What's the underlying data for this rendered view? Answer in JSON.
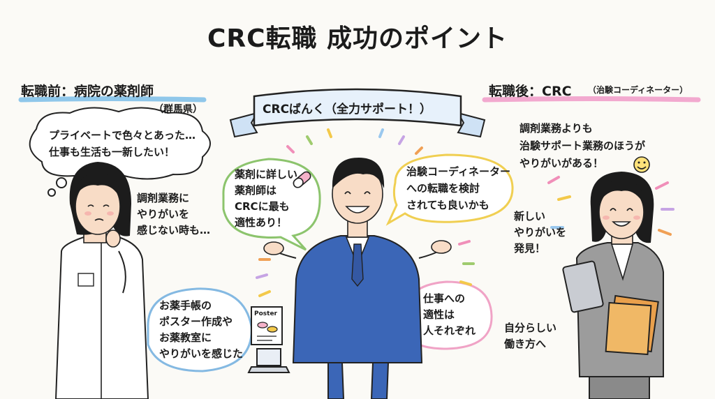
{
  "title": "CRC転職 成功のポイント",
  "banner": "CRCばんく（全力サポート！）",
  "before": {
    "heading": "転職前：病院の薬剤師",
    "location": "（群馬県）",
    "thought_line1": "プライベートで色々とあった…",
    "thought_line2": "仕事も生活も一新したい！",
    "worry_line1": "調剤業務に",
    "worry_line2": "やりがいを",
    "worry_line3": "感じない時も…",
    "likes_line1": "お薬手帳の",
    "likes_line2": "ポスター作成や",
    "likes_line3": "お薬教室に",
    "likes_line4": "やりがいを感じた",
    "poster_label": "Poster"
  },
  "advisor": {
    "left_line1": "薬剤に詳しい",
    "left_line2": "薬剤師は",
    "left_line3": "CRCに最も",
    "left_line4": "適性あり！",
    "right_line1": "治験コーディネーター",
    "right_line2": "への転職を検討",
    "right_line3": "されても良いかも",
    "bottom_line1": "仕事への",
    "bottom_line2": "適性は",
    "bottom_line3": "人それぞれ"
  },
  "after": {
    "heading": "転職後：CRC",
    "heading_note": "（治験コーディネーター）",
    "statement_line1": "調剤業務よりも",
    "statement_line2": "治験サポート業務のほうが",
    "statement_line3": "やりがいがある！",
    "discover_line1": "新しい",
    "discover_line2": "やりがいを",
    "discover_line3": "発見！",
    "style_line1": "自分らしい",
    "style_line2": "働き方へ"
  },
  "colors": {
    "before_underline": "#8fc7ea",
    "after_underline": "#f2a9cf",
    "suit": "#3b66b7",
    "hair": "#1c1c1c",
    "skin": "#f8dcc6",
    "folder": "#e9a04c",
    "banner_fill": "#e7f1fb"
  }
}
